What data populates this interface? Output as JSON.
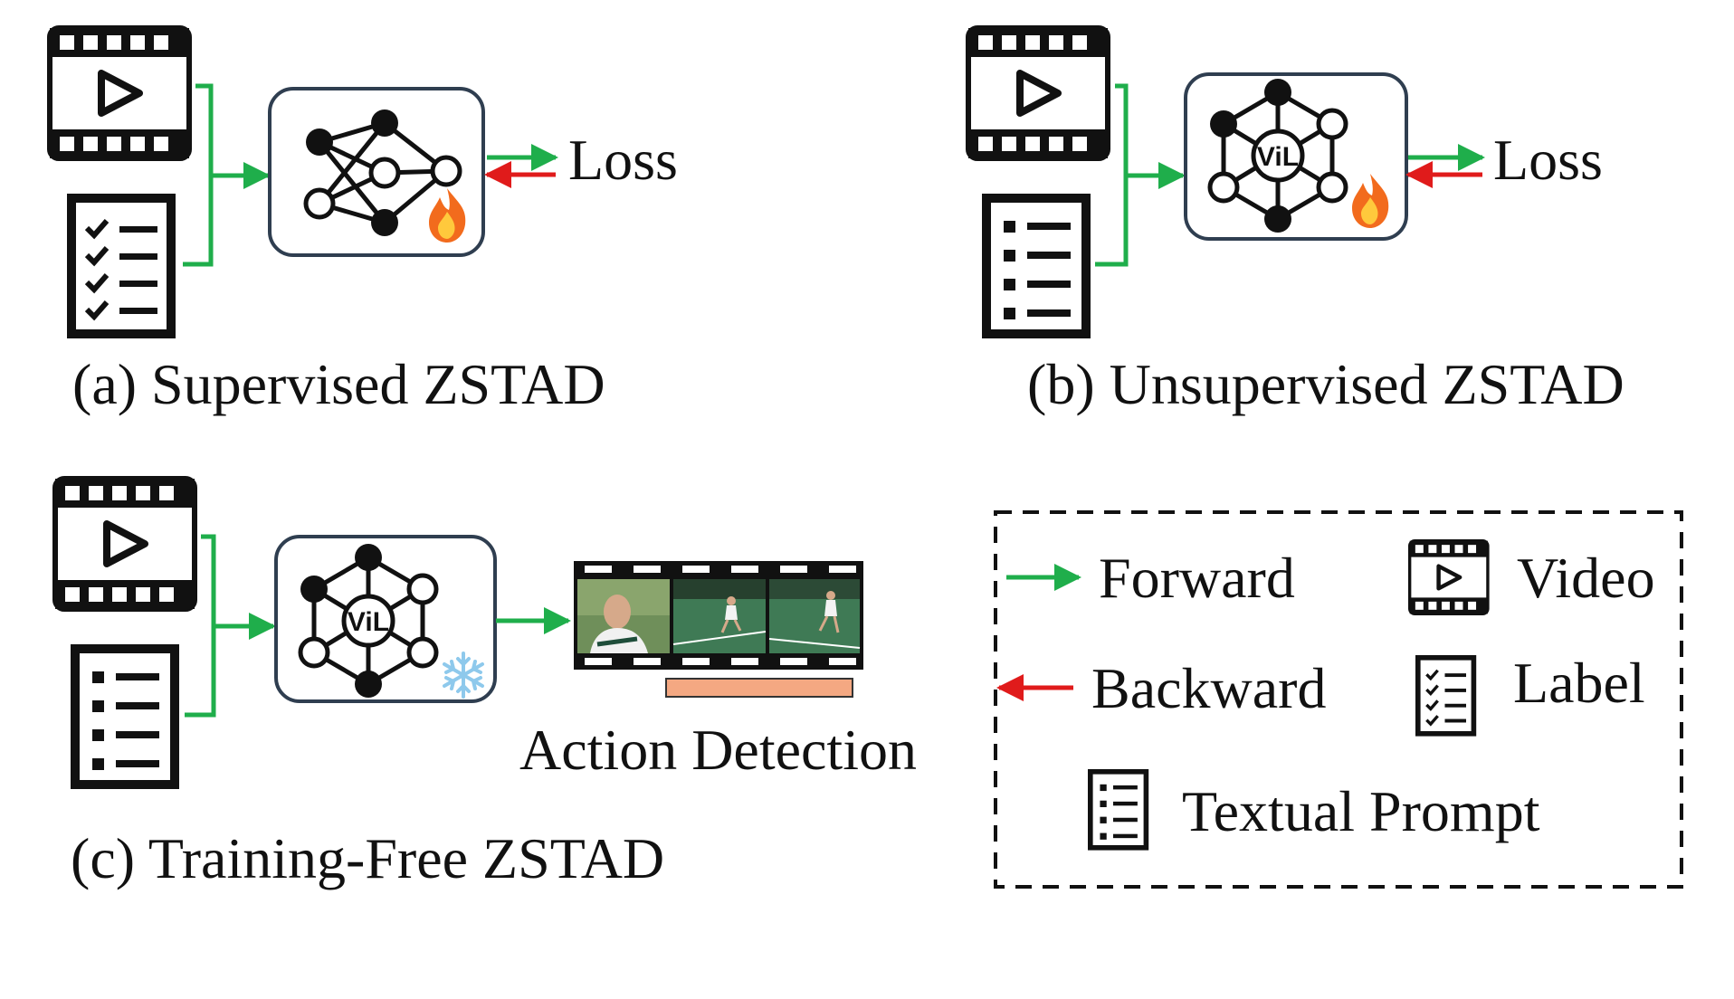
{
  "panels": {
    "a": {
      "caption": "(a) Supervised ZSTAD",
      "output_label": "Loss",
      "inputs": [
        "video-icon",
        "label-icon"
      ],
      "model_icon": "neural-network-icon",
      "model_state_icon": "fire-icon"
    },
    "b": {
      "caption": "(b) Unsupervised ZSTAD",
      "output_label": "Loss",
      "inputs": [
        "video-icon",
        "textual-prompt-icon"
      ],
      "model_icon": "vil-graph-icon",
      "model_text": "ViL",
      "model_state_icon": "fire-icon"
    },
    "c": {
      "caption": "(c) Training-Free ZSTAD",
      "output_label": "Action Detection",
      "inputs": [
        "video-icon",
        "textual-prompt-icon"
      ],
      "model_icon": "vil-graph-icon",
      "model_text": "ViL",
      "model_state_icon": "snowflake-icon"
    }
  },
  "legend": {
    "forward": "Forward",
    "backward": "Backward",
    "video": "Video",
    "label": "Label",
    "textual_prompt": "Textual Prompt"
  },
  "colors": {
    "forward_arrow": "#1fae4b",
    "backward_arrow": "#e01b1b",
    "box_border": "#2f3e50",
    "detection_bar": "#f4a882",
    "fire": "#f26b1d",
    "snowflake": "#8ec9ec"
  }
}
